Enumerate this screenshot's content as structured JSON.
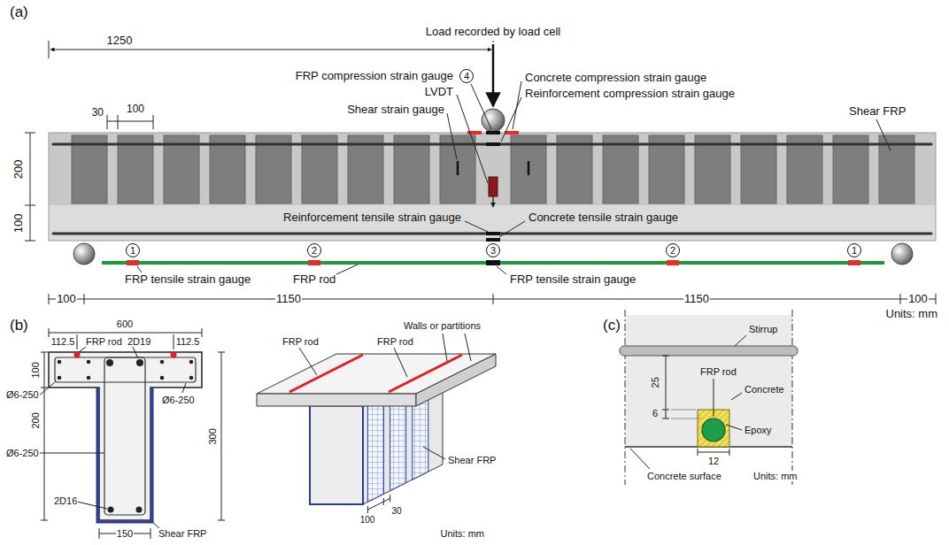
{
  "diagram": {
    "nodes": [
      {
        "text": [
          "4"
        ]
      },
      {
        "text": [
          "1"
        ]
      },
      {
        "text": [
          "2"
        ]
      },
      {
        "text": [
          "3"
        ]
      },
      {
        "text": [
          "2"
        ]
      },
      {
        "text": [
          "1"
        ]
      }
    ],
    "labels": [
      "(a)",
      "1250",
      "Load recorded by load cell",
      "FRP compression strain gauge",
      "LVDT",
      "Shear strain gauge",
      "Concrete compression strain gauge",
      "Reinforcement compression strain gauge",
      "Shear FRP",
      "30",
      "100",
      "200",
      "100",
      "Reinforcement tensile strain gauge",
      "Concrete tensile strain gauge",
      "FRP tensile strain gauge",
      "FRP rod",
      "FRP tensile strain gauge",
      "100",
      "1150",
      "1150",
      "100",
      "Units: mm",
      "(b)",
      "600",
      "112.5",
      "FRP rod",
      "2D19",
      "112.5",
      "100",
      "Ø6-250",
      "Ø6-250",
      "Ø6-250",
      "200",
      "300",
      "2D16",
      "150",
      "Shear FRP",
      "Walls or partitions",
      "FRP rod",
      "FRP rod",
      "Shear FRP",
      "100",
      "30",
      "Units: mm",
      "(c)",
      "Stirrup",
      "FRP rod",
      "Concrete",
      "25",
      "6",
      "Epoxy",
      "12",
      "Concrete surface",
      "Units: mm"
    ]
  }
}
